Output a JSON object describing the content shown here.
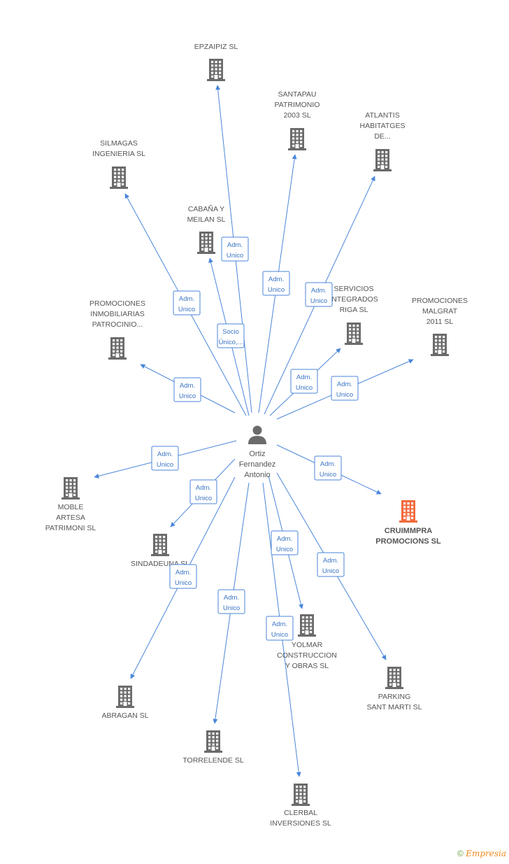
{
  "center": {
    "name": [
      "Ortiz",
      "Fernandez",
      "Antonio"
    ]
  },
  "companies": [
    {
      "id": "epzaipiz",
      "lines": [
        "EPZAIPIZ SL"
      ]
    },
    {
      "id": "santapau",
      "lines": [
        "SANTAPAU",
        "PATRIMONIO",
        "2003 SL"
      ]
    },
    {
      "id": "atlantis",
      "lines": [
        "ATLANTIS",
        "HABITATGES",
        "DE..."
      ]
    },
    {
      "id": "silmagas",
      "lines": [
        "SILMAGAS",
        "INGENIERIA SL"
      ]
    },
    {
      "id": "cabana",
      "lines": [
        "CABAÑA Y",
        "MEILAN SL"
      ]
    },
    {
      "id": "servicios",
      "lines": [
        "SERVICIOS",
        "INTEGRADOS",
        "RIGA SL"
      ]
    },
    {
      "id": "promociones-malgrat",
      "lines": [
        "PROMOCIONES",
        "MALGRAT",
        "2011 SL"
      ]
    },
    {
      "id": "promociones-inmob",
      "lines": [
        "PROMOCIONES",
        "INMOBILIARIAS",
        "PATROCINIO..."
      ]
    },
    {
      "id": "moble",
      "lines": [
        "MOBLE",
        "ARTESA",
        "PATRIMONI SL"
      ]
    },
    {
      "id": "sindadeuna",
      "lines": [
        "SINDADEUNA SL"
      ]
    },
    {
      "id": "cruimmpra",
      "lines": [
        "CRUIMMPRA",
        "PROMOCIONS SL"
      ],
      "highlight": true
    },
    {
      "id": "yolmar",
      "lines": [
        "YOLMAR",
        "CONSTRUCCION",
        "Y OBRAS SL"
      ]
    },
    {
      "id": "parking",
      "lines": [
        "PARKING",
        "SANT MARTI  SL"
      ]
    },
    {
      "id": "abragan",
      "lines": [
        "ABRAGAN SL"
      ]
    },
    {
      "id": "torrelende",
      "lines": [
        "TORRELENDE SL"
      ]
    },
    {
      "id": "clerbal",
      "lines": [
        "CLERBAL",
        "INVERSIONES SL"
      ]
    }
  ],
  "edges": [
    {
      "to": "epzaipiz",
      "label": [
        "Adm.",
        "Unico"
      ]
    },
    {
      "to": "santapau",
      "label": [
        "Adm.",
        "Unico"
      ]
    },
    {
      "to": "atlantis",
      "label": [
        "Adm.",
        "Unico"
      ]
    },
    {
      "to": "silmagas",
      "label": [
        "Adm.",
        "Unico"
      ]
    },
    {
      "to": "cabana",
      "label": [
        "Socio",
        "Único,..."
      ]
    },
    {
      "to": "servicios",
      "label": [
        "Adm.",
        "Unico"
      ]
    },
    {
      "to": "promociones-malgrat",
      "label": [
        "Adm.",
        "Unico"
      ]
    },
    {
      "to": "promociones-inmob",
      "label": [
        "Adm.",
        "Unico"
      ]
    },
    {
      "to": "moble",
      "label": [
        "Adm.",
        "Unico"
      ]
    },
    {
      "to": "sindadeuna",
      "label": [
        "Adm.",
        "Unico"
      ]
    },
    {
      "to": "cruimmpra",
      "label": [
        "Adm.",
        "Unico"
      ]
    },
    {
      "to": "yolmar",
      "label": [
        "Adm.",
        "Unico"
      ]
    },
    {
      "to": "parking",
      "label": [
        "Adm.",
        "Unico"
      ]
    },
    {
      "to": "abragan",
      "label": [
        "Adm.",
        "Unico"
      ]
    },
    {
      "to": "torrelende",
      "label": [
        "Adm.",
        "Unico"
      ]
    },
    {
      "to": "clerbal",
      "label": [
        "Adm.",
        "Unico"
      ]
    }
  ],
  "colors": {
    "edge": "#4a86d9",
    "building": "#6b6b6b",
    "highlight": "#f26a3d",
    "person": "#6b6b6b"
  },
  "footer": {
    "copyright": "©",
    "brand": "Empresia"
  }
}
